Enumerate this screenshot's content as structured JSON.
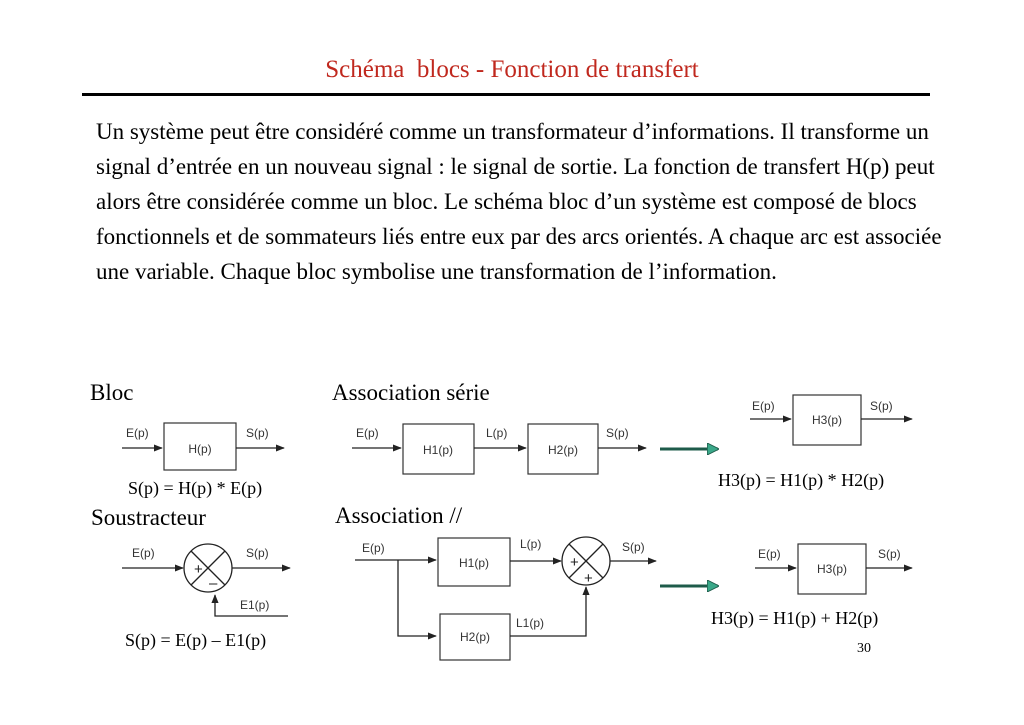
{
  "title": "Schéma  blocs - Fonction de transfert",
  "paragraph": "Un système peut être considéré comme un transformateur d’informations. Il transforme un signal d’entrée en un nouveau signal : le signal de sortie. La fonction de transfert H(p) peut alors être considérée comme un bloc. Le schéma bloc d’un système est composé de blocs fonctionnels et de sommateurs liés entre eux par des arcs orientés. A chaque arc est associée une variable. Chaque bloc symbolise une transformation de l’information.",
  "sections": {
    "bloc": "Bloc",
    "serie": "Association série",
    "soustracteur": "Soustracteur",
    "parallele": "Association //"
  },
  "equations": {
    "bloc": "S(p) = H(p) * E(p)",
    "serie": "H3(p) = H1(p) * H2(p)",
    "soustracteur": "S(p) = E(p) – E1(p)",
    "parallele": "H3(p) = H1(p) + H2(p)"
  },
  "signals": {
    "e": "E(p)",
    "s": "S(p)",
    "l": "L(p)",
    "l1": "L1(p)",
    "e1": "E1(p)"
  },
  "blocks": {
    "h": "H(p)",
    "h1": "H1(p)",
    "h2": "H2(p)",
    "h3": "H3(p)"
  },
  "signs": {
    "plus": "+",
    "minus": "–"
  },
  "colors": {
    "title": "#c0281e",
    "equivalence_arrow": "#3aa889"
  },
  "page_number": "30"
}
